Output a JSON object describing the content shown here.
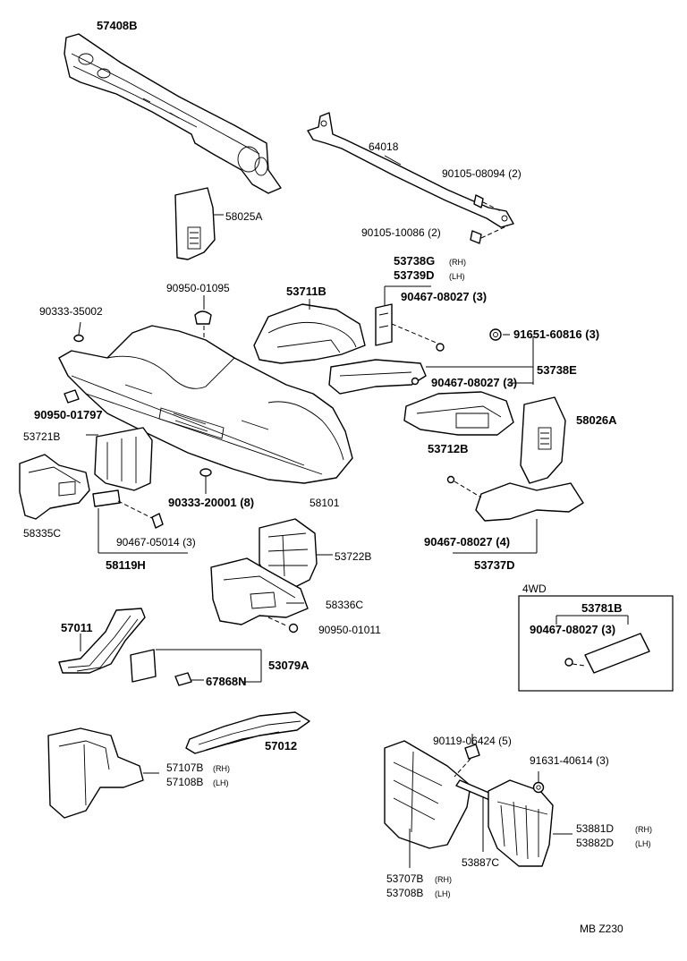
{
  "labels": {
    "p57408B": "57408B",
    "p64018": "64018",
    "p90105_08094": "90105-08094 (2)",
    "p58025A": "58025A",
    "p90105_10086": "90105-10086 (2)",
    "p53738G": "53738G",
    "rh_a": "(RH)",
    "p53739D": "53739D",
    "lh_a": "(LH)",
    "p90950_01095": "90950-01095",
    "p53711B": "53711B",
    "p90467_08027_a": "90467-08027 (3)",
    "p90333_35002": "90333-35002",
    "p91651_60816": "91651-60816 (3)",
    "p90467_08027_b": "90467-08027 (3)",
    "p53738E": "53738E",
    "p90950_01797": "90950-01797",
    "p58026A": "58026A",
    "p53721B": "53721B",
    "p53712B": "53712B",
    "p90333_20001": "90333-20001 (8)",
    "p58101": "58101",
    "p58335C": "58335C",
    "p90467_05014": "90467-05014 (3)",
    "p58119H": "58119H",
    "p90467_08027_c": "90467-08027 (4)",
    "p53737D": "53737D",
    "p53722B": "53722B",
    "p58336C": "58336C",
    "p90950_01011": "90950-01011",
    "box_4wd": "4WD",
    "p53781B": "53781B",
    "p90467_08027_d": "90467-08027 (3)",
    "p57011": "57011",
    "p53079A": "53079A",
    "p67868N": "67868N",
    "p57012": "57012",
    "p90119_06424": "90119-06424 (5)",
    "p57107B": "57107B",
    "rh_b": "(RH)",
    "p57108B": "57108B",
    "lh_b": "(LH)",
    "p91631_40614": "91631-40614 (3)",
    "p53881D": "53881D",
    "rh_c": "(RH)",
    "p53882D": "53882D",
    "lh_c": "(LH)",
    "p53887C": "53887C",
    "p53707B": "53707B",
    "rh_d": "(RH)",
    "p53708B": "53708B",
    "lh_d": "(LH)",
    "footer": "MB  Z230"
  }
}
